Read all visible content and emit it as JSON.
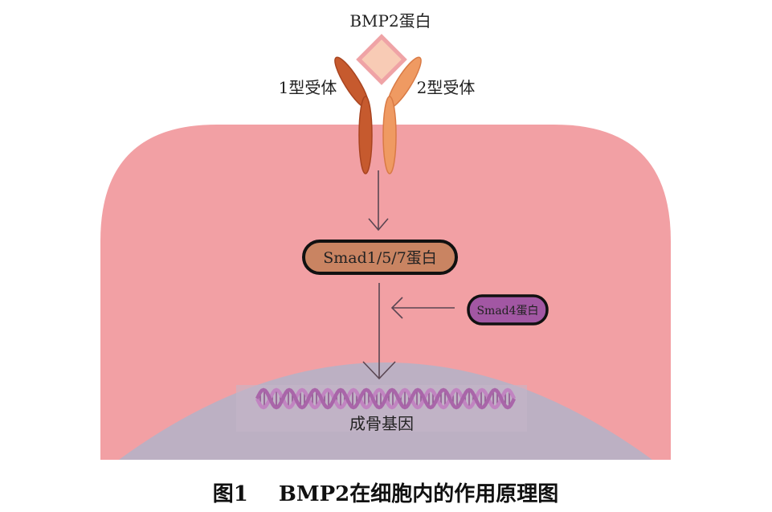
{
  "ligand": {
    "label": "BMP2蛋白"
  },
  "receptors": {
    "type1_label": "1型受体",
    "type2_label": "2型受体"
  },
  "smad157": {
    "label": "Smad1/5/7蛋白"
  },
  "smad4": {
    "label": "Smad4蛋白"
  },
  "gene": {
    "label": "成骨基因"
  },
  "caption": {
    "figure_number": "图1",
    "title": "BMP2在细胞内的作用原理图"
  },
  "colors": {
    "cytoplasm": "#f2a0a4",
    "nucleus": "#bcb0c3",
    "smad157_fill": "#c98462",
    "smad4_fill": "#a257a3",
    "receptor1": "#c65a2e",
    "receptor2": "#ef9a62",
    "ligand_fill": "#f8cbb5",
    "ligand_border": "#efa3a6",
    "dna": "#c184c1"
  }
}
